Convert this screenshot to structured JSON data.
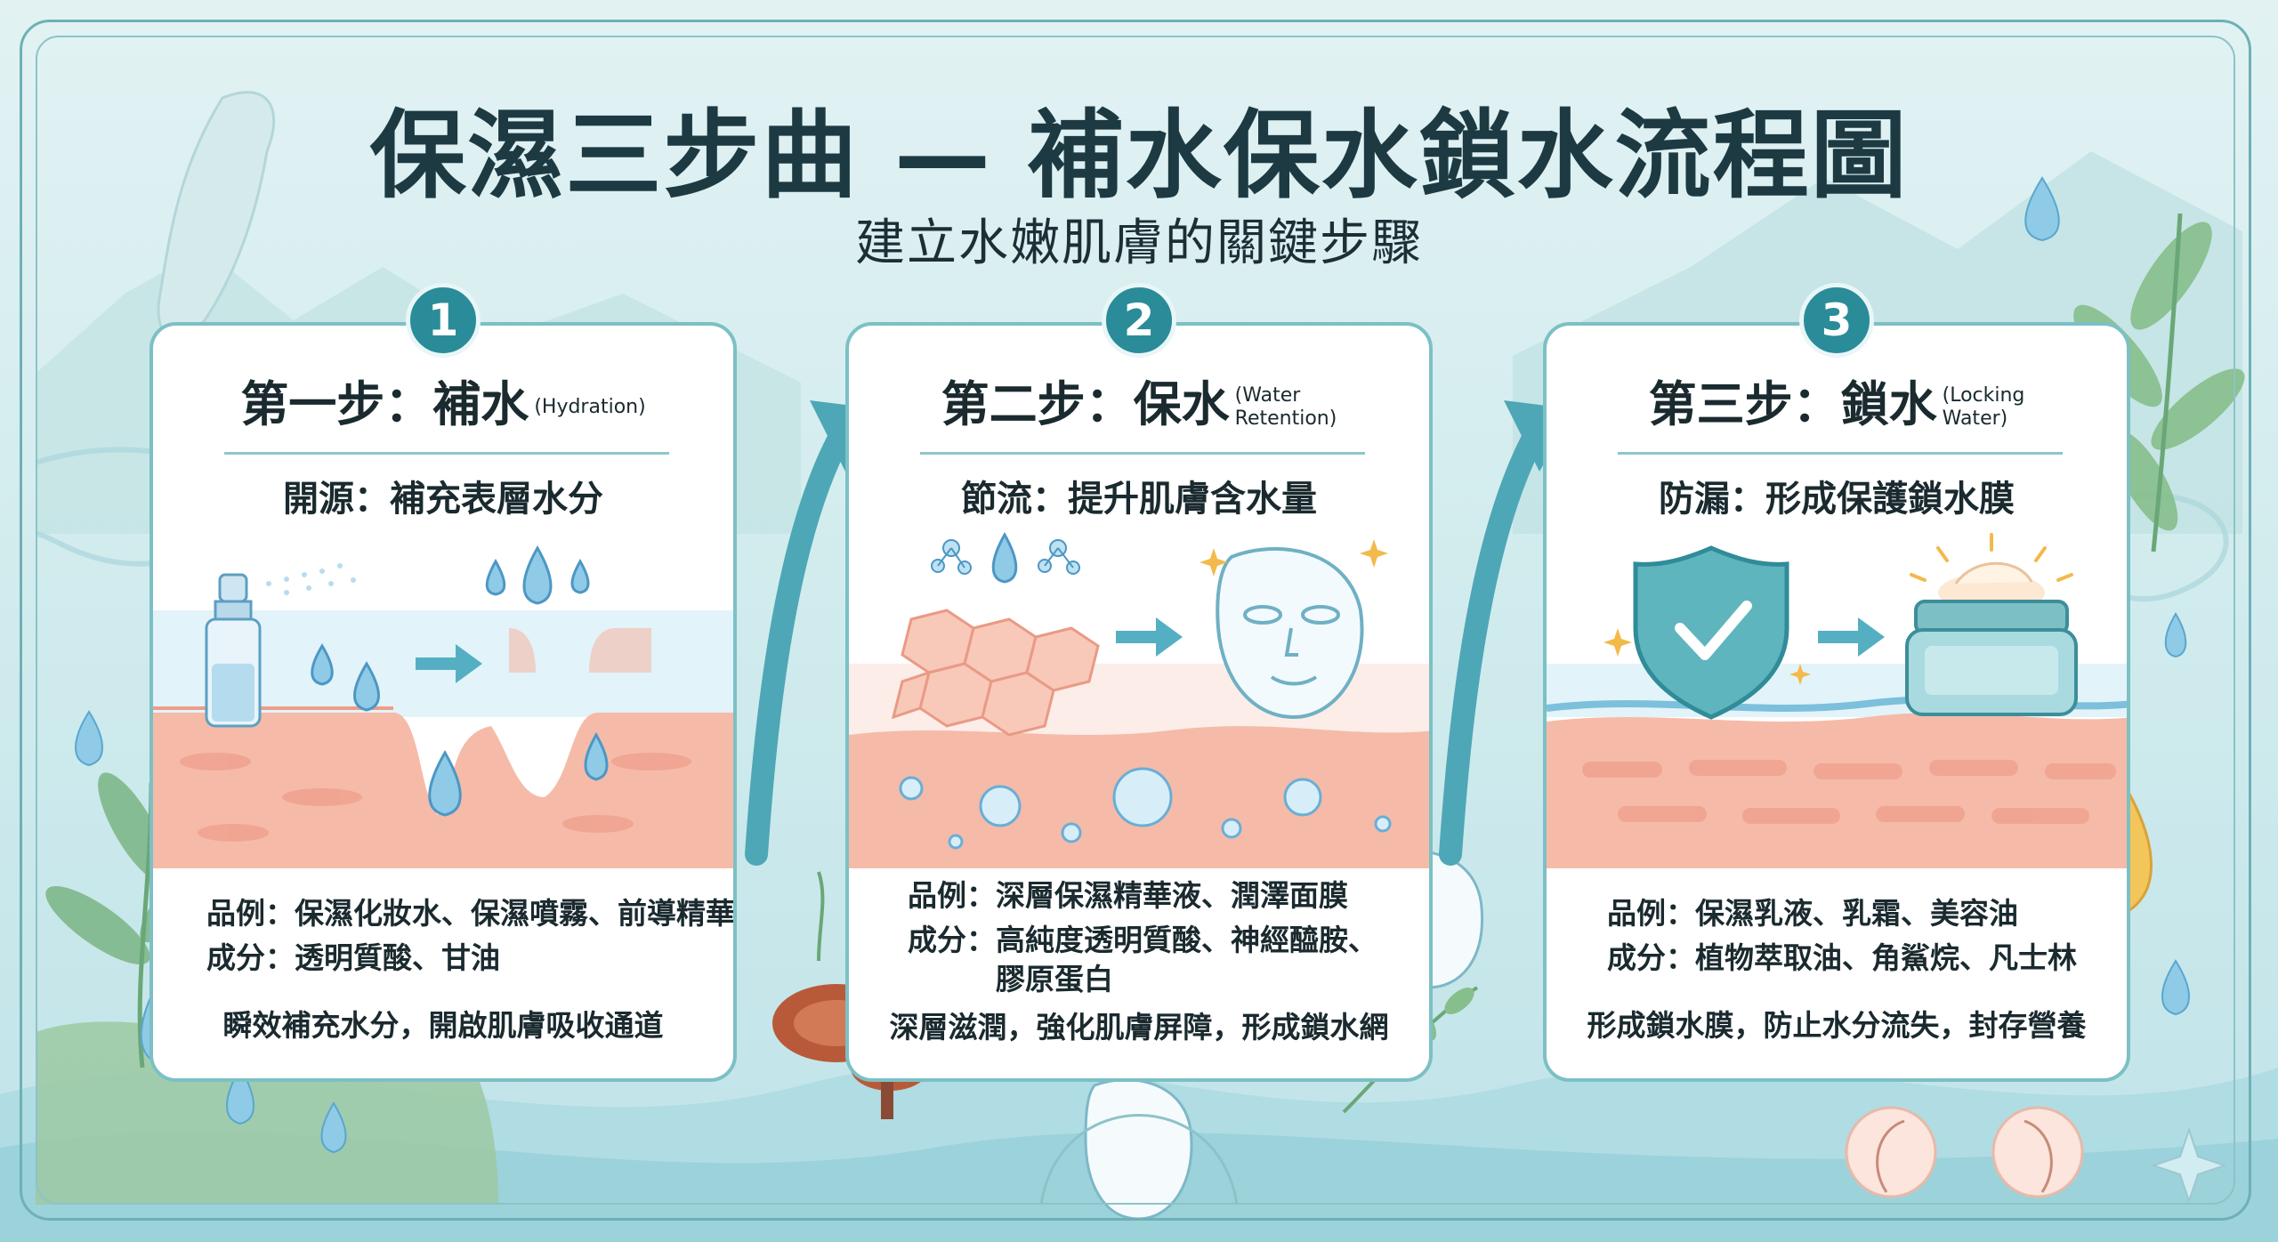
{
  "title": "保濕三步曲 — 補水保水鎖水流程圖",
  "subtitle": "建立水嫩肌膚的關鍵步驟",
  "colors": {
    "accent": "#2a8c98",
    "card_border": "#7cc0c5",
    "skin": "#f4b8a6",
    "water": "#6fb8de"
  },
  "steps": [
    {
      "number": "1",
      "title": "第一步：補水",
      "title_en_1": "(Hydration)",
      "title_en_2": "",
      "subtitle": "開源：補充表層水分",
      "products_label": "品例：",
      "products": "保濕化妝水、保濕噴霧、前導精華",
      "ingredients_label": "成分：",
      "ingredients": "透明質酸、甘油",
      "ingredients_2": "",
      "summary": "瞬效補充水分，開啟肌膚吸收通道",
      "icons": [
        "spray-bottle-icon",
        "water-drop-icon",
        "skin-layer-icon"
      ]
    },
    {
      "number": "2",
      "title": "第二步：保水",
      "title_en_1": "(Water",
      "title_en_2": "Retention)",
      "subtitle": "節流：提升肌膚含水量",
      "products_label": "品例：",
      "products": "深層保濕精華液、潤澤面膜",
      "ingredients_label": "成分：",
      "ingredients": "高純度透明質酸、神經醯胺、",
      "ingredients_2": "膠原蛋白",
      "summary": "深層滋潤，強化肌膚屏障，形成鎖水網",
      "icons": [
        "molecule-drop-icon",
        "skin-cells-icon",
        "face-mask-icon"
      ]
    },
    {
      "number": "3",
      "title": "第三步：鎖水",
      "title_en_1": "(Locking",
      "title_en_2": "Water)",
      "subtitle": "防漏：形成保護鎖水膜",
      "products_label": "品例：",
      "products": "保濕乳液、乳霜、美容油",
      "ingredients_label": "成分：",
      "ingredients": "植物萃取油、角鯊烷、凡士林",
      "ingredients_2": "",
      "summary": "形成鎖水膜，防止水分流失，封存營養",
      "icons": [
        "shield-check-icon",
        "cream-jar-icon",
        "skin-barrier-icon"
      ]
    }
  ]
}
